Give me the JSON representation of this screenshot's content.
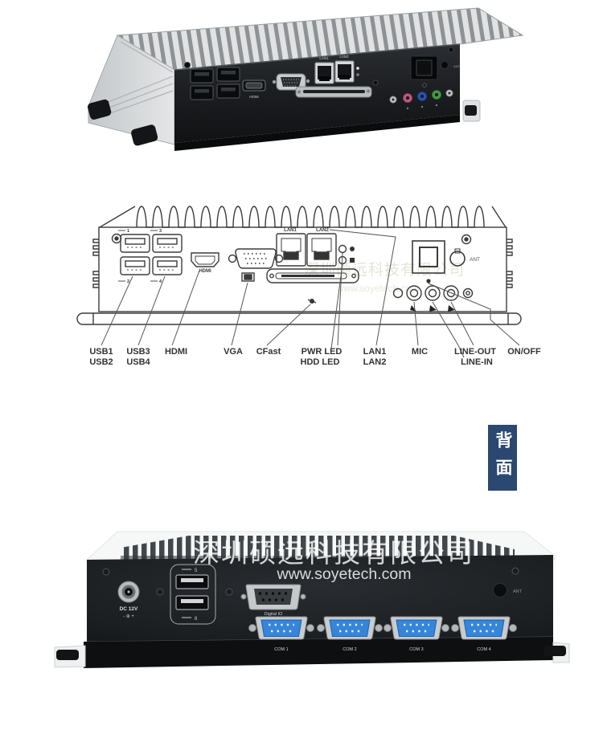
{
  "page": {
    "background": "#FFFFFF"
  },
  "front_photo": {
    "labels": {
      "hdmi": "HDMI",
      "lan1": "LAN1",
      "lan2": "LAN2",
      "ant": "ANT"
    }
  },
  "diagram": {
    "port_labels": {
      "lan1": "LAN1",
      "lan2": "LAN2",
      "hdmi": "HDMI",
      "ant": "ANT"
    },
    "usb_numbers": [
      "1",
      "2",
      "3",
      "4"
    ],
    "callouts": {
      "usb12": [
        "USB1",
        "USB2"
      ],
      "usb34": [
        "USB3",
        "USB4"
      ],
      "hdmi": "HDMI",
      "vga": "VGA",
      "cfast": "CFast",
      "pwr_hdd": [
        "PWR LED",
        "HDD LED"
      ],
      "lan": [
        "LAN1",
        "LAN2"
      ],
      "mic": "MIC",
      "line_out": "LINE-OUT",
      "line_in": "LINE-IN",
      "on_off": "ON/OFF"
    }
  },
  "badge": {
    "label": "背面",
    "background": "#2A4872",
    "text_color": "#FFFFFF"
  },
  "back_photo": {
    "labels": {
      "dc": "DC 12V",
      "dc_polarity": "- ⊕ +",
      "usb_top": "5",
      "usb_bottom": "6",
      "digital_io": "Digital IO",
      "com": [
        "COM 1",
        "COM 2",
        "COM 3",
        "COM 4"
      ],
      "ant": "ANT"
    },
    "com_connector_color": "#3585DA"
  },
  "watermark": {
    "company": "深圳硕远科技有限公司",
    "url": "www.soyetech.com"
  }
}
